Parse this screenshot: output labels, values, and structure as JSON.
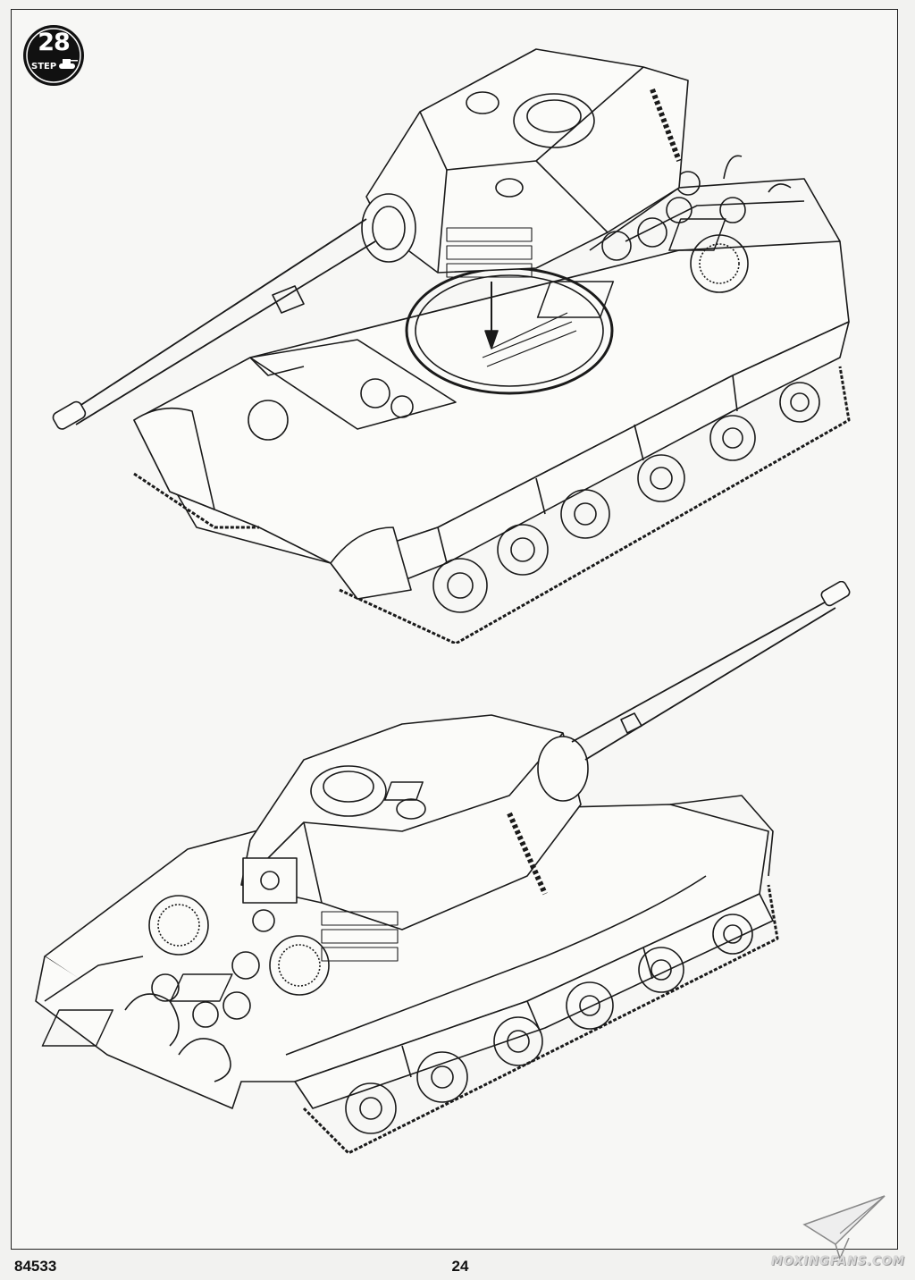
{
  "step": {
    "number": "28",
    "label": "STEP"
  },
  "footer": {
    "kit_code": "84533",
    "page_number": "24"
  },
  "watermark": {
    "text": "MOXINGFANS.COM"
  },
  "illustrations": {
    "top": {
      "icon": "tank-front-view-illustration"
    },
    "bottom": {
      "icon": "tank-rear-view-illustration"
    }
  },
  "colors": {
    "line": "#1a1a1a",
    "paper": "#f7f7f5"
  }
}
